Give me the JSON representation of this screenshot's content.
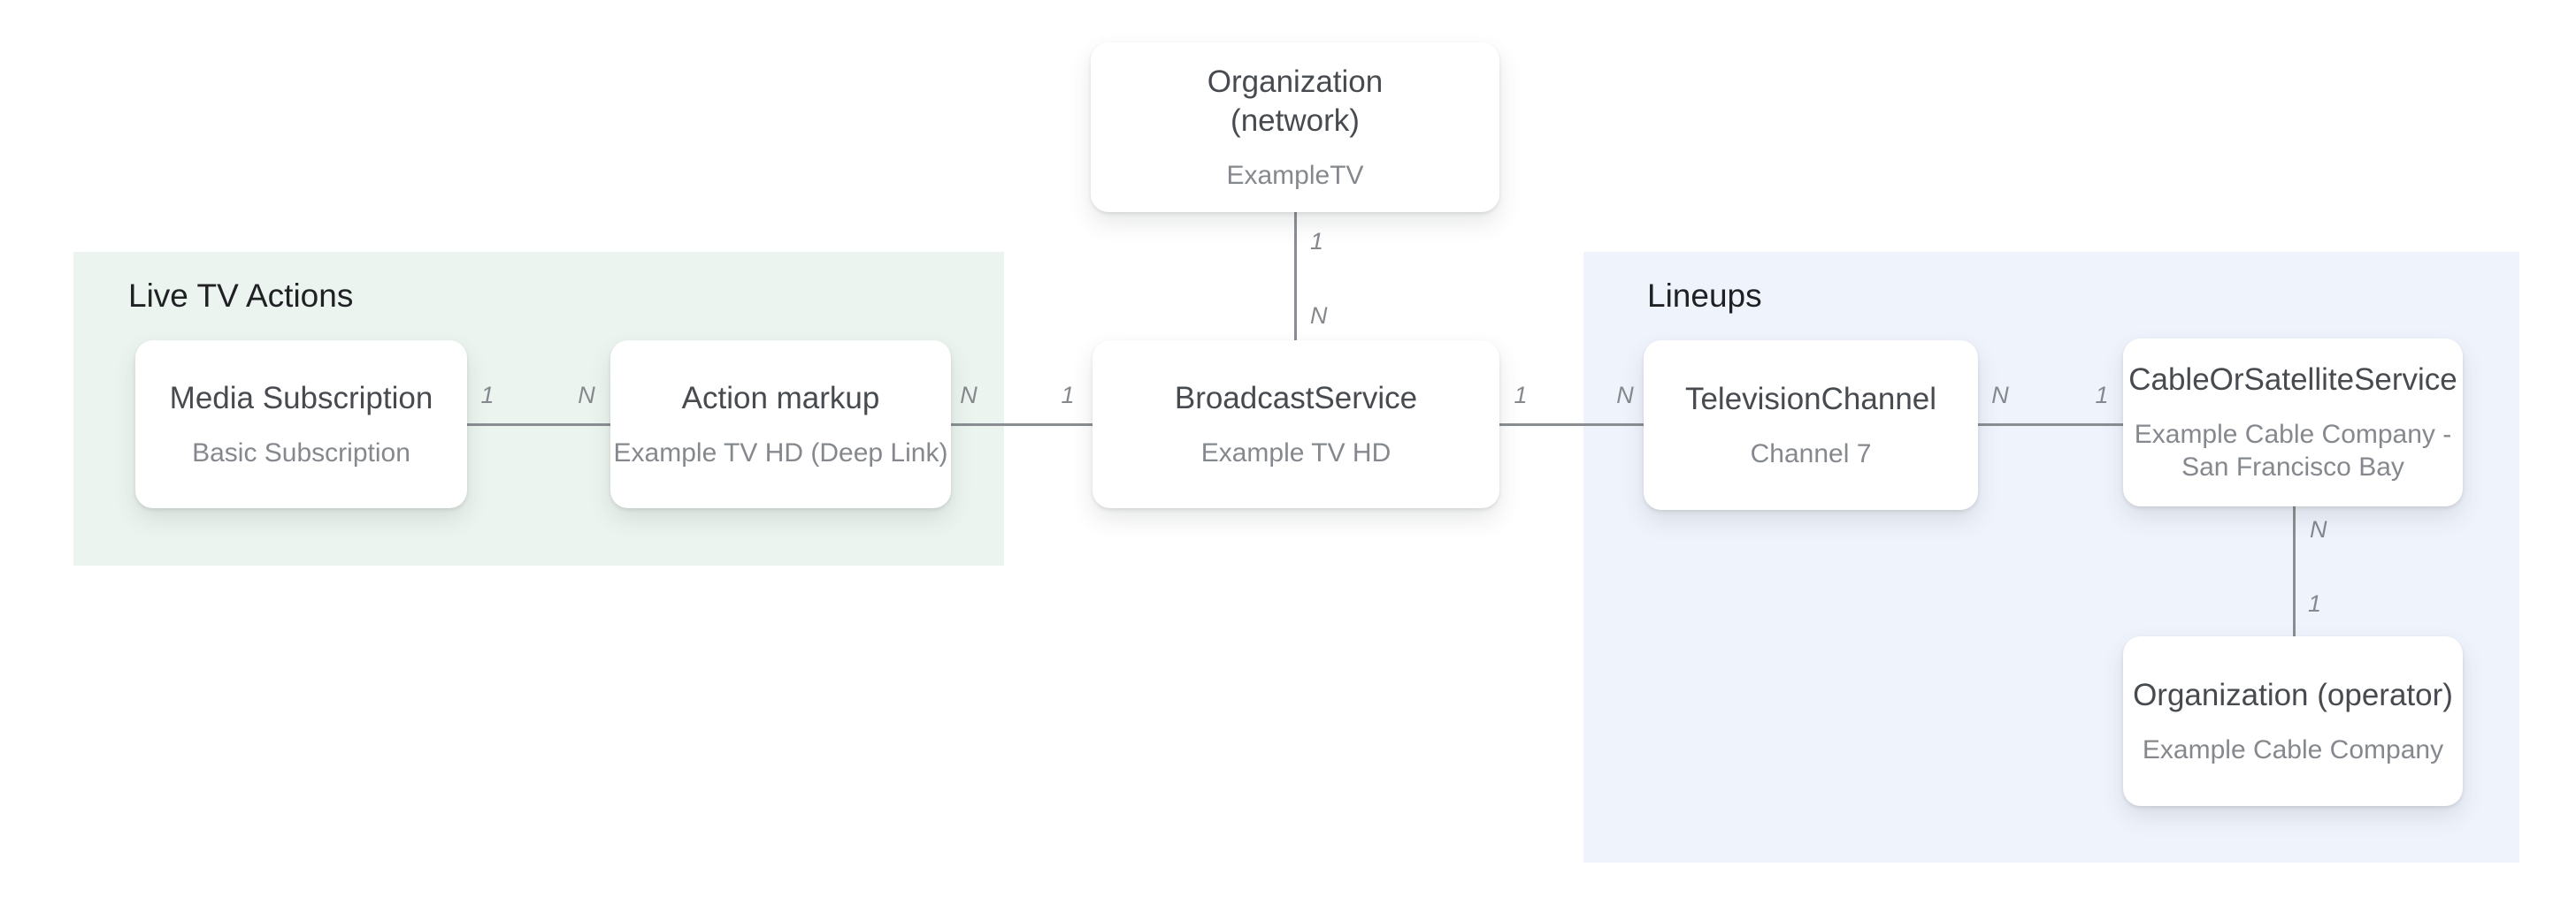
{
  "palette": {
    "canvas_background": "#FFFFFF",
    "region_live_tv_fill": "#ECF4EF",
    "region_lineups_fill": "#EFF3FC",
    "connector_line": "#8A8E92",
    "node_title_text": "#474B4F",
    "node_subtitle_text": "#85898E",
    "cardinality_text": "#85898E",
    "section_title_text": "#202124"
  },
  "regions": [
    {
      "id": "live-tv-actions",
      "label": "Live TV Actions",
      "color": "#ECF4EF"
    },
    {
      "id": "lineups",
      "label": "Lineups",
      "color": "#EFF3FC"
    }
  ],
  "nodes": [
    {
      "id": "organization-network",
      "title": "Organization\n(network)",
      "subtitle": "ExampleTV"
    },
    {
      "id": "media-subscription",
      "title": "Media Subscription",
      "subtitle": "Basic Subscription"
    },
    {
      "id": "action-markup",
      "title": "Action markup",
      "subtitle": "Example TV HD (Deep Link)"
    },
    {
      "id": "broadcast-service",
      "title": "BroadcastService",
      "subtitle": "Example TV HD"
    },
    {
      "id": "television-channel",
      "title": "TelevisionChannel",
      "subtitle": "Channel 7"
    },
    {
      "id": "cable-or-satellite-service",
      "title": "CableOrSatelliteService",
      "subtitle": "Example Cable Company -\nSan Francisco Bay"
    },
    {
      "id": "organization-operator",
      "title": "Organization (operator)",
      "subtitle": "Example Cable Company"
    }
  ],
  "cardinalities": {
    "network_to_broadcast": {
      "from": "1",
      "to": "N"
    },
    "media_to_action": {
      "from": "1",
      "to": "N"
    },
    "action_to_broadcast": {
      "from": "N",
      "to": "1"
    },
    "broadcast_to_channel": {
      "from": "1",
      "to": "N"
    },
    "channel_to_cable": {
      "from": "N",
      "to": "1"
    },
    "cable_to_operator": {
      "from": "N",
      "to": "1"
    }
  }
}
